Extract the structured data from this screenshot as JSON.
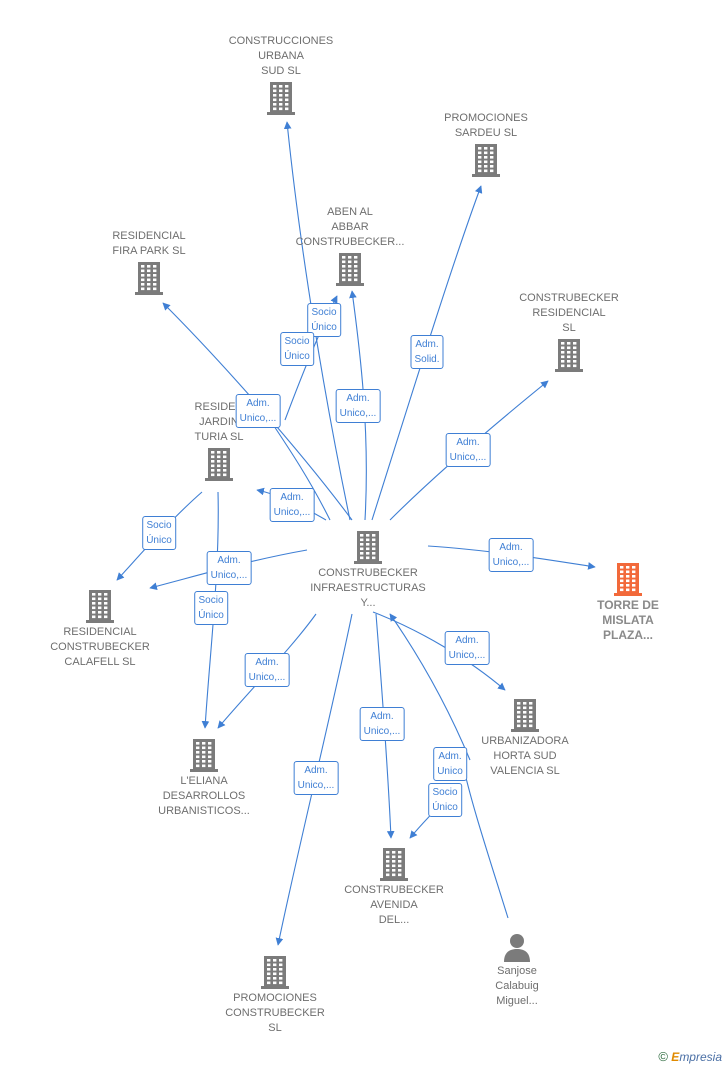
{
  "colors": {
    "edge": "#3f7fd4",
    "building": "#7b7b7b",
    "building_highlight": "#f2693a",
    "person": "#7b7b7b",
    "label": "#6e6e6e"
  },
  "nodes": [
    {
      "id": "construcciones_urbana",
      "label": "CONSTRUCCIONES\nURBANA\nSUD  SL",
      "icon": "building-icon"
    },
    {
      "id": "promociones_sardeu",
      "label": "PROMOCIONES\nSARDEU  SL",
      "icon": "building-icon"
    },
    {
      "id": "aben_al_abbar",
      "label": "ABEN AL\nABBAR\nCONSTRUBECKER...",
      "icon": "building-icon"
    },
    {
      "id": "residencial_fira_park",
      "label": "RESIDENCIAL\nFIRA PARK  SL",
      "icon": "building-icon"
    },
    {
      "id": "construbecker_residencial",
      "label": "CONSTRUBECKER\nRESIDENCIAL\nSL",
      "icon": "building-icon"
    },
    {
      "id": "residencial_jardin_turia",
      "label": "RESIDEN\nJARDIN\nTURIA  SL",
      "icon": "building-icon"
    },
    {
      "id": "construbecker_infraestructuras",
      "label": "CONSTRUBECKER\nINFRAESTRUCTURAS\nY...",
      "icon": "building-icon"
    },
    {
      "id": "torre_de_mislata",
      "label": "TORRE DE\nMISLATA\nPLAZA...",
      "icon": "building-icon",
      "highlight": true
    },
    {
      "id": "residencial_calafell",
      "label": "RESIDENCIAL\nCONSTRUBECKER\nCALAFELL  SL",
      "icon": "building-icon"
    },
    {
      "id": "urbanizadora_horta",
      "label": "URBANIZADORA\nHORTA SUD\nVALENCIA  SL",
      "icon": "building-icon"
    },
    {
      "id": "leliana",
      "label": "L'ELIANA\nDESARROLLOS\nURBANISTICOS...",
      "icon": "building-icon"
    },
    {
      "id": "construbecker_avenida",
      "label": "CONSTRUBECKER\nAVENIDA\nDEL...",
      "icon": "building-icon"
    },
    {
      "id": "sanjose_calabuig",
      "label": "Sanjose\nCalabuig\nMiguel...",
      "icon": "person-icon"
    },
    {
      "id": "promociones_construbecker",
      "label": "PROMOCIONES\nCONSTRUBECKER\nSL",
      "icon": "building-icon"
    }
  ],
  "edge_labels": [
    {
      "id": "e1",
      "text": "Socio\nÚnico"
    },
    {
      "id": "e2",
      "text": "Socio\nÚnico"
    },
    {
      "id": "e3",
      "text": "Adm.\nUnico,..."
    },
    {
      "id": "e4",
      "text": "Adm.\nUnico,..."
    },
    {
      "id": "e5",
      "text": "Adm.\nSolid."
    },
    {
      "id": "e6",
      "text": "Adm.\nUnico,..."
    },
    {
      "id": "e7",
      "text": "Adm.\nUnico,..."
    },
    {
      "id": "e8",
      "text": "Socio\nÚnico"
    },
    {
      "id": "e9",
      "text": "Adm.\nUnico,..."
    },
    {
      "id": "e10",
      "text": "Adm.\nUnico,..."
    },
    {
      "id": "e11",
      "text": "Socio\nÚnico"
    },
    {
      "id": "e12",
      "text": "Adm.\nUnico,..."
    },
    {
      "id": "e13",
      "text": "Adm.\nUnico,..."
    },
    {
      "id": "e14",
      "text": "Adm.\nUnico,..."
    },
    {
      "id": "e15",
      "text": "Adm.\nUnico,..."
    },
    {
      "id": "e16",
      "text": "Adm.\nUnico"
    },
    {
      "id": "e17",
      "text": "Socio\nÚnico"
    }
  ],
  "brand": {
    "copyright": "©",
    "first": "E",
    "rest": "mpresia"
  }
}
